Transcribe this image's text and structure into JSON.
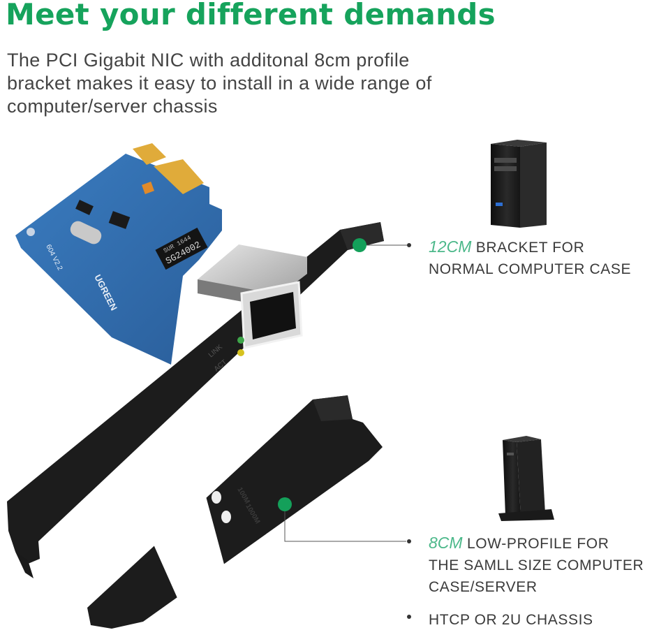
{
  "heading": "Meet your different demands",
  "description_lines": [
    "The PCI Gigabit NIC with additonal 8cm profile",
    "bracket makes it easy to install in a wide range of",
    "computer/server chassis"
  ],
  "callout_12cm": {
    "highlight": "12CM",
    "line1_rest": " BRACKET FOR",
    "line2": "NORMAL COMPUTER CASE"
  },
  "callout_8cm": {
    "highlight": "8CM",
    "line1_rest": " LOW-PROFILE FOR",
    "line2": "THE SAMLL SIZE COMPUTER",
    "line3": "CASE/SERVER"
  },
  "callout_2u": "HTCP OR 2U CHASSIS",
  "card_labels": {
    "brand": "UGREEN",
    "version": "604 V2.2",
    "chip": "SG24002",
    "chip_sub": "SUR 1644",
    "led_link": "LINK",
    "led_act": "ACT",
    "speed_1": "100M",
    "speed_2": "1000M"
  },
  "colors": {
    "accent_green": "#16a35c",
    "highlight_green": "#4cb88a",
    "pcb_blue": "#2f69a8",
    "gold": "#e0ab3a",
    "bracket_black": "#1c1c1c",
    "text_gray": "#444444"
  }
}
